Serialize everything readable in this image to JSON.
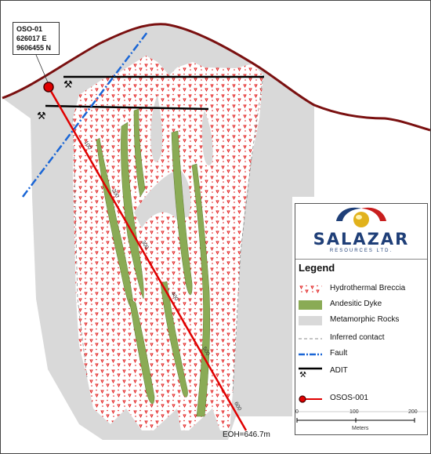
{
  "drillhole": {
    "name": "OSO-01",
    "easting": "626017 E",
    "northing": "9606455 N",
    "eoh": "EOH=646.7m",
    "depth_labels": [
      "100",
      "200",
      "300",
      "400",
      "500",
      "600"
    ]
  },
  "company": {
    "name": "SALAZAR",
    "subtitle": "RESOURCES LTD."
  },
  "legend": {
    "title": "Legend",
    "items": [
      {
        "label": "Hydrothermal Breccia",
        "symbol": "breccia-pattern-icon"
      },
      {
        "label": "Andesitic Dyke",
        "symbol": "dyke-swatch-icon"
      },
      {
        "label": "Metamorphic Rocks",
        "symbol": "metamorphic-swatch-icon"
      },
      {
        "label": "Inferred contact",
        "symbol": "dashed-line-icon"
      },
      {
        "label": "Fault",
        "symbol": "fault-line-icon"
      },
      {
        "label": "ADIT",
        "symbol": "adit-icon"
      },
      {
        "label": "OSOS-001",
        "symbol": "drillhole-icon"
      }
    ]
  },
  "scale": {
    "ticks": [
      "0",
      "100",
      "200"
    ],
    "unit": "Meters"
  },
  "colors": {
    "topography": "#7a1010",
    "metamorphic": "#d9d9d9",
    "breccia_bg": "#ffffff",
    "breccia_mark": "#e01818",
    "dyke": "#8aab55",
    "drillhole": "#e00000",
    "fault": "#1a66d6",
    "adit": "#000000",
    "company_blue": "#1f3f78",
    "logo_gold": "#e1b21c"
  }
}
